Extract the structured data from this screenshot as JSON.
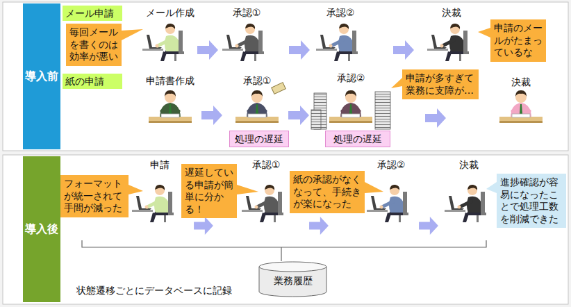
{
  "diagram": {
    "nodes": [
      {
        "text": [
          "導入前"
        ]
      },
      {
        "text": [
          "メール申請"
        ]
      },
      {
        "text": [
          "毎回メールを書くのは効率が悪い"
        ]
      },
      {
        "text": [
          "申請のメールがたまっているな"
        ]
      },
      {
        "text": [
          "紙の申請"
        ]
      },
      {
        "text": [
          "処理の遅延"
        ]
      },
      {
        "text": [
          "処理の遅延"
        ]
      },
      {
        "text": [
          "申請が多すぎて業務に支障が…"
        ]
      },
      {
        "text": [
          "導入後"
        ]
      },
      {
        "text": [
          "フォーマットが統一されて手間が減った"
        ]
      },
      {
        "text": [
          "遅延している申請が簡単に分かる！"
        ]
      },
      {
        "text": [
          "紙の承認がなくなって、手続きが楽になった"
        ]
      },
      {
        "text": [
          "進捗確認が容易になったことで処理工数を削減できた"
        ]
      },
      {
        "text": [
          "業務履歴"
        ]
      }
    ],
    "labels": [
      "メール作成",
      "承認①",
      "承認②",
      "決裁",
      "申請書作成",
      "承認①",
      "承認②",
      "決裁",
      "申請",
      "承認①",
      "承認②",
      "決裁",
      "状態遷移ごとにデータベースに記録"
    ]
  }
}
